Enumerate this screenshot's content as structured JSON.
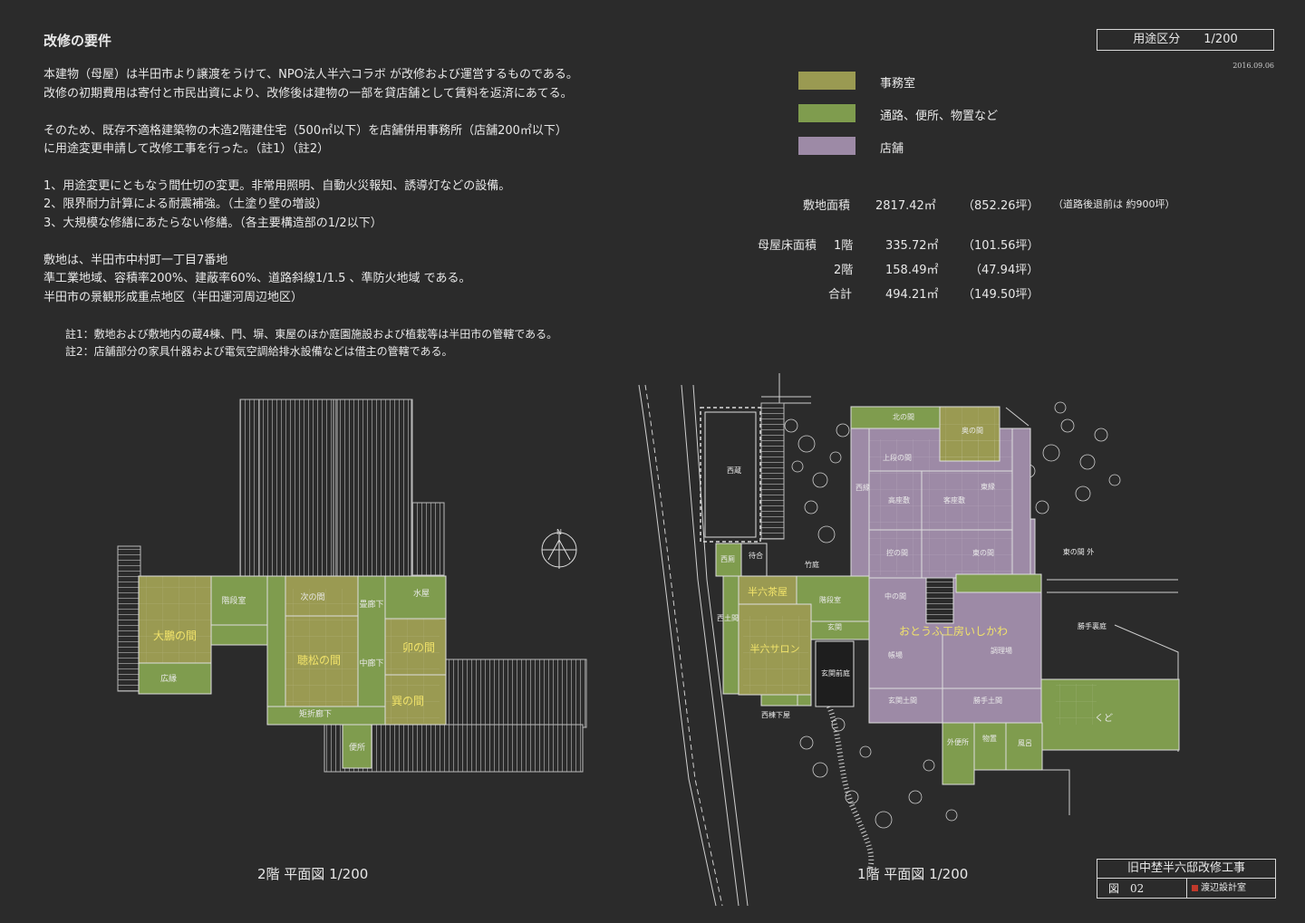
{
  "colors": {
    "background": "#2b2b2b",
    "office": "#9a9a52",
    "passage": "#7f9c4e",
    "shop": "#9d8aa6",
    "line": "#d9d9d9",
    "label_yellow": "#f1e36a"
  },
  "header": {
    "title": "改修の要件",
    "stamp": "用途区分　　1/200",
    "date": "2016.09.06"
  },
  "paragraphs": [
    "本建物（母屋）は半田市より譲渡をうけて、NPO法人半六コラボ が改修および運営するものである。",
    "改修の初期費用は寄付と市民出資により、改修後は建物の一部を貸店舗として賃料を返済にあてる。",
    "そのため、既存不適格建築物の木造2階建住宅（500㎡以下）を店舗併用事務所（店舗200㎡以下）",
    "に用途変更申請して改修工事を行った。（註1）（註2）",
    "1、用途変更にともなう間仕切の変更。非常用照明、自動火災報知、誘導灯などの設備。",
    "2、限界耐力計算による耐震補強。（土塗り壁の増設）",
    "3、大規模な修繕にあたらない修繕。（各主要構造部の1/2以下）",
    "敷地は、半田市中村町一丁目7番地",
    "準工業地域、容積率200%、建蔽率60%、道路斜線1/1.5 、準防火地域 である。",
    "半田市の景観形成重点地区（半田運河周辺地区）"
  ],
  "notes": [
    "註1：敷地および敷地内の蔵4棟、門、塀、東屋のほか庭園施設および植栽等は半田市の管轄である。",
    "註2：店舗部分の家具什器および電気空調給排水設備などは借主の管轄である。"
  ],
  "legend": [
    {
      "label": "事務室",
      "color": "#9a9a52"
    },
    {
      "label": "通路、便所、物置など",
      "color": "#7f9c4e"
    },
    {
      "label": "店舗",
      "color": "#9d8aa6"
    }
  ],
  "areas": {
    "site_label": "敷地面積",
    "site_value": "2817.42㎡",
    "site_tsubo": "（852.26坪）",
    "site_note": "（道路後退前は 約900坪）",
    "floor_label": "母屋床面積",
    "rows": [
      {
        "label": "1階",
        "value": "335.72㎡",
        "tsubo": "（101.56坪）"
      },
      {
        "label": "2階",
        "value": "158.49㎡",
        "tsubo": "（47.94坪）"
      },
      {
        "label": "合計",
        "value": "494.21㎡",
        "tsubo": "（149.50坪）"
      }
    ]
  },
  "plan2f": {
    "title": "2階 平面図 1/200",
    "rooms": {
      "taiho": "大鵬の間",
      "kouen": "広縁",
      "kaidan": "階段室",
      "tsugi": "次の間",
      "choshou": "聴松の間",
      "tatamiroka": "畳廊下",
      "mizuya": "水屋",
      "nakaroka": "中廊下",
      "u": "卯の間",
      "tatsumi": "巽の間",
      "kusetsu": "矩折廊下",
      "benjo": "便所"
    },
    "north": "N"
  },
  "plan1f": {
    "title": "1階 平面図 1/200",
    "rooms": {
      "kita": "北の間",
      "oku": "奥の間",
      "jodan": "上段の間",
      "nishien": "西縁",
      "koza": "高座敷",
      "kyakuza": "客座敷",
      "higashien": "東縁",
      "hikae": "控の間",
      "higashi": "東の間",
      "higashi_soto": "東の間 外",
      "naka": "中の間",
      "nishikura": "西蔵",
      "nishikawaya": "西厠",
      "machiai": "待合",
      "take": "竹庭",
      "chaya": "半六茶屋",
      "kaidan": "階段室",
      "nishidoma": "西土間",
      "genkan": "玄関",
      "salon": "半六サロン",
      "genkanmae": "玄関前庭",
      "otofu": "おとうふ工房いしかわ",
      "chobai": "帳場",
      "chorijo": "調理場",
      "katteura": "勝手裏庭",
      "genkandoma": "玄関土間",
      "kattedoma": "勝手土間",
      "nishimune": "西棟下屋",
      "sotobenjo": "外便所",
      "monooki": "物置",
      "furo": "風呂",
      "kudo": "くど"
    }
  },
  "titleblock": {
    "project": "旧中埜半六邸改修工事",
    "sheet": "図　02",
    "office": "渡辺設計室"
  }
}
